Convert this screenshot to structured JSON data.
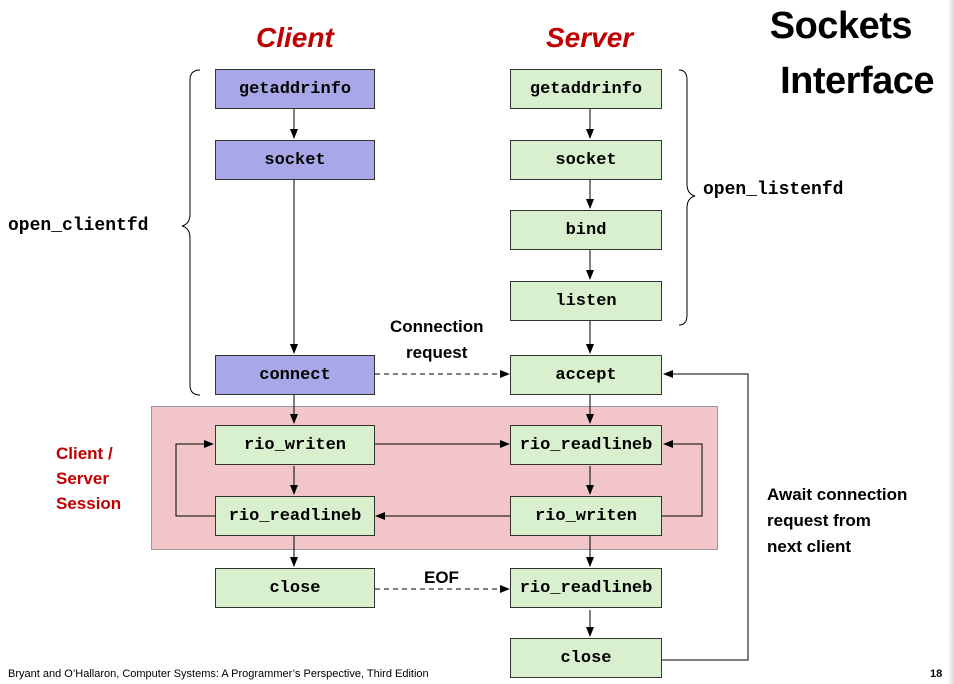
{
  "title": {
    "line1": "Sockets",
    "line2": "Interface"
  },
  "columns": {
    "client": "Client",
    "server": "Server"
  },
  "client_boxes": {
    "getaddrinfo": "getaddrinfo",
    "socket": "socket",
    "connect": "connect",
    "rio_writen": "rio_writen",
    "rio_readlineb": "rio_readlineb",
    "close": "close"
  },
  "server_boxes": {
    "getaddrinfo": "getaddrinfo",
    "socket": "socket",
    "bind": "bind",
    "listen": "listen",
    "accept": "accept",
    "rio_readlineb": "rio_readlineb",
    "rio_writen": "rio_writen",
    "rio_readlineb2": "rio_readlineb",
    "close": "close"
  },
  "brace_labels": {
    "client": "open_clientfd",
    "server": "open_listenfd"
  },
  "annotations": {
    "connection_request_1": "Connection",
    "connection_request_2": "request",
    "eof": "EOF",
    "session_1": "Client /",
    "session_2": "Server",
    "session_3": "Session",
    "await_1": "Await connection",
    "await_2": "request from",
    "await_3": "next client"
  },
  "footer": {
    "citation": "Bryant and O’Hallaron, Computer Systems: A Programmer’s Perspective, Third Edition",
    "page": "18"
  },
  "colors": {
    "client_box": "#a8a8e8",
    "server_box": "#d8f0ce",
    "session_bg": "#f2c6c8",
    "accent_red": "#c00000"
  }
}
